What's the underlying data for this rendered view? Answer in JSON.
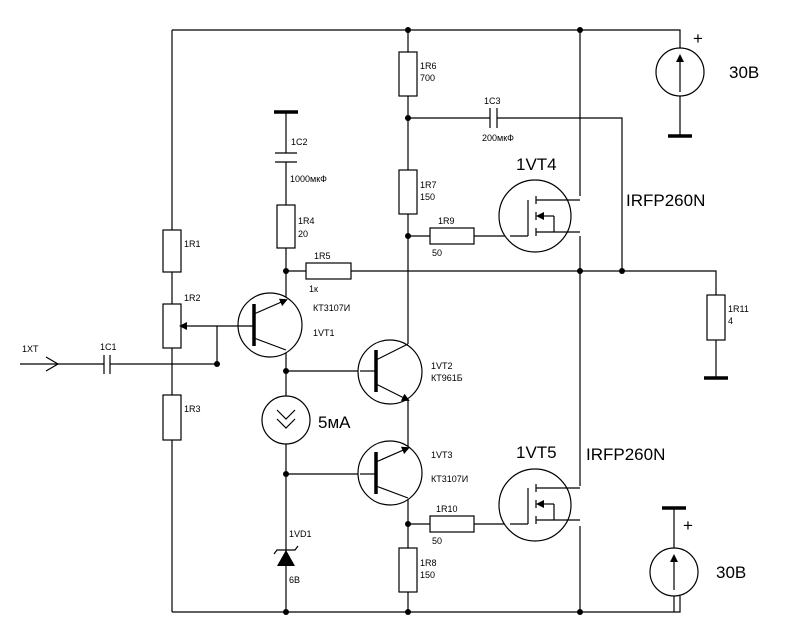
{
  "labels": {
    "input": "1XT",
    "c1": "1C1",
    "r1": "1R1",
    "r2": "1R2",
    "r3": "1R3",
    "c2": "1C2",
    "c2_value": "1000мкФ",
    "r4": "1R4",
    "r4_value": "20",
    "r5": "1R5",
    "r5_value": "1к",
    "vt1": "1VT1",
    "vt1_type": "КТ3107И",
    "r6": "1R6",
    "r6_value": "700",
    "r7": "1R7",
    "r7_value": "150",
    "c3": "1C3",
    "c3_value": "200мкФ",
    "vt4": "1VT4",
    "vt4_type": "IRFP260N",
    "r9": "1R9",
    "r9_value": "50",
    "vt2": "1VT2",
    "vt2_type": "КТ961Б",
    "current_source": "5мА",
    "vt3": "1VT3",
    "vt3_type": "КТ3107И",
    "vt5": "1VT5",
    "vt5_type": "IRFP260N",
    "r10": "1R10",
    "r10_value": "50",
    "vd1": "1VD1",
    "vd1_value": "6В",
    "r8": "1R8",
    "r8_value": "150",
    "r11": "1R11",
    "r11_value": "4",
    "supply_top": "30В",
    "supply_bottom": "30В",
    "plus": "+"
  }
}
